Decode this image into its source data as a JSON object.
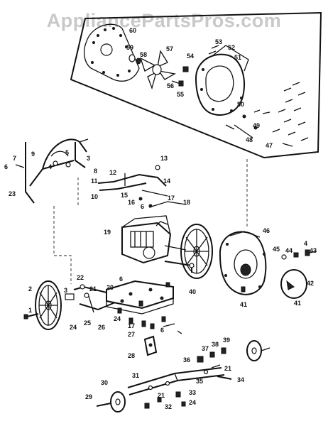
{
  "watermark": "AppliancePartsPros.com",
  "part_numbers": [
    "1",
    "2",
    "3",
    "4",
    "5",
    "6",
    "7",
    "8",
    "9",
    "10",
    "11",
    "12",
    "13",
    "14",
    "15",
    "16",
    "17",
    "18",
    "19",
    "20",
    "21",
    "22",
    "23",
    "24",
    "25",
    "26",
    "27",
    "28",
    "29",
    "30",
    "31",
    "32",
    "33",
    "34",
    "35",
    "36",
    "37",
    "38",
    "39",
    "40",
    "41",
    "42",
    "43",
    "44",
    "45",
    "46",
    "47",
    "48",
    "49",
    "50",
    "51",
    "52",
    "53",
    "54",
    "55",
    "56",
    "57",
    "58",
    "59",
    "60"
  ]
}
